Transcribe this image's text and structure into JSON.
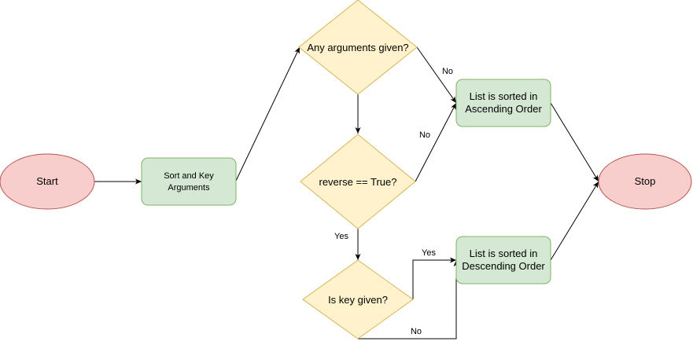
{
  "colors": {
    "terminal_fill": "#f8cecc",
    "terminal_stroke": "#b85450",
    "process_fill": "#d5e8d4",
    "process_stroke": "#82b366",
    "decision_fill": "#fff2cc",
    "decision_stroke": "#d6b656",
    "edge": "#000000"
  },
  "nodes": {
    "start": {
      "label": "Start"
    },
    "sort_key": {
      "line1": "Sort and Key",
      "line2": "Arguments"
    },
    "any_args": {
      "label": "Any arguments given?"
    },
    "reverse_true": {
      "label": "reverse == True?"
    },
    "key_given": {
      "label": "Is key given?"
    },
    "ascending": {
      "line1": "List is sorted in",
      "line2": "Ascending Order"
    },
    "descending": {
      "line1": "List is sorted in",
      "line2": "Descending Order"
    },
    "stop": {
      "label": "Stop"
    }
  },
  "edges": {
    "any_args_no": "No",
    "reverse_no": "No",
    "reverse_yes": "Yes",
    "key_yes": "Yes",
    "key_no": "No"
  }
}
